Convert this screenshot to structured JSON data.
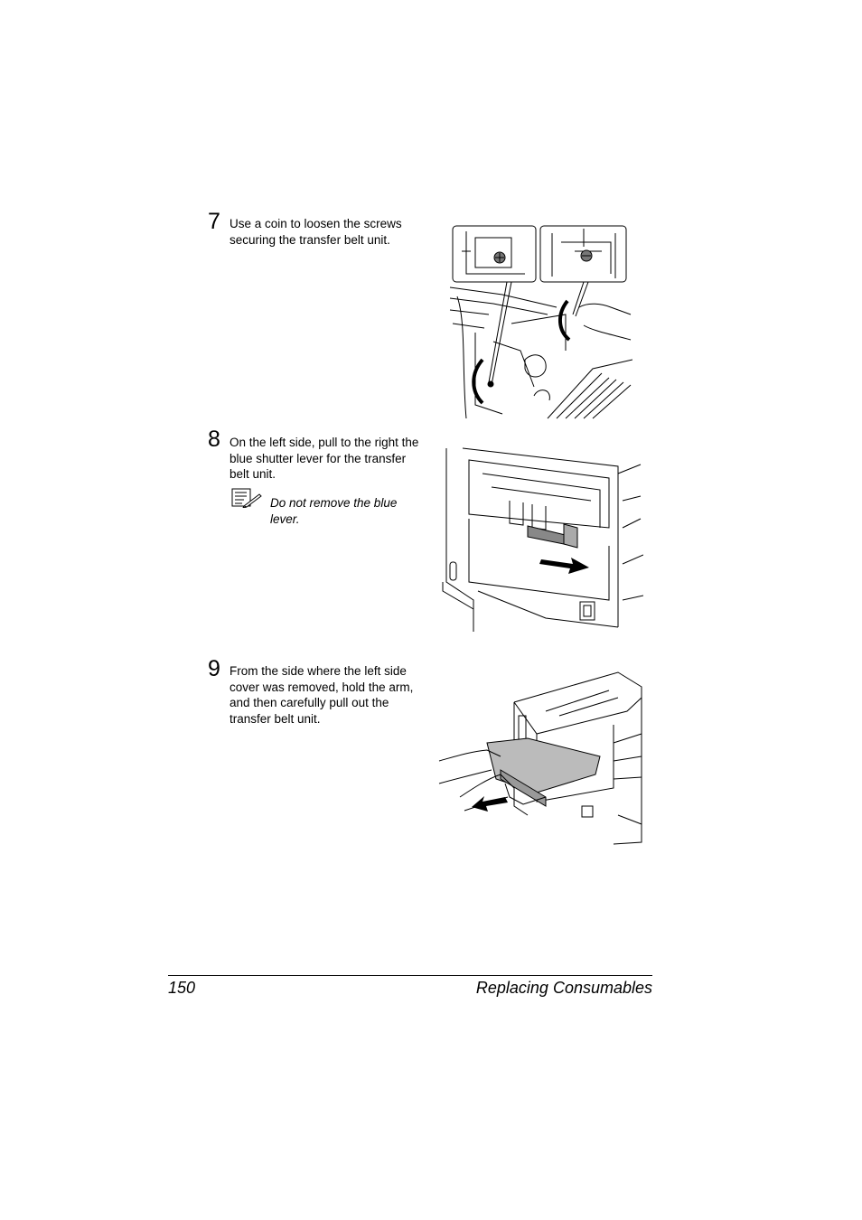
{
  "steps": [
    {
      "number": "7",
      "text": "Use a coin to loosen the screws securing the transfer belt unit."
    },
    {
      "number": "8",
      "text": "On the left side, pull to the right the blue shutter lever for the transfer belt unit.",
      "note": "Do not remove the blue lever."
    },
    {
      "number": "9",
      "text": "From the side where the left side cover was removed, hold the arm, and then carefully pull out the transfer belt unit."
    }
  ],
  "icons": {
    "note": "note-pencil-icon"
  },
  "footer": {
    "page_number": "150",
    "section_title": "Replacing Consumables"
  }
}
